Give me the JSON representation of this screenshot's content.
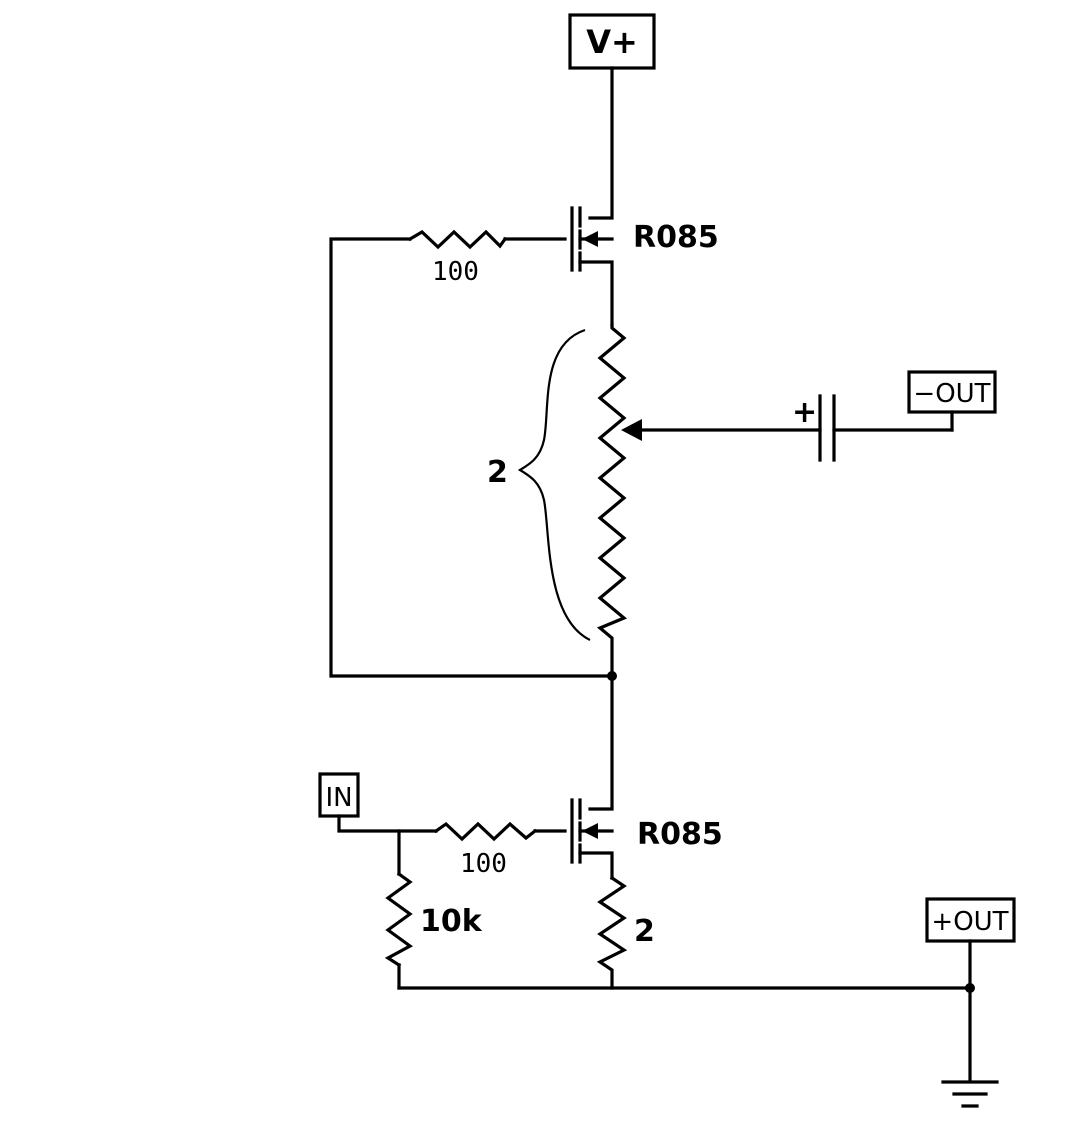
{
  "ports": {
    "vplus": "V+",
    "minus_out": "−OUT",
    "plus_out": "+OUT",
    "input": "IN"
  },
  "transistors": {
    "top": "R085",
    "bottom": "R085"
  },
  "resistors": {
    "top_gate": "100",
    "bottom_gate": "100",
    "pulldown": "10k",
    "bottom_source": "2",
    "top_string_bracket": "2"
  },
  "capacitor": {
    "polarity": "+"
  },
  "icons": [
    "ground-icon",
    "capacitor-icon",
    "mosfet-icon",
    "resistor-icon",
    "potentiometer-wiper-icon",
    "curly-brace-icon",
    "junction-dot-icon"
  ]
}
